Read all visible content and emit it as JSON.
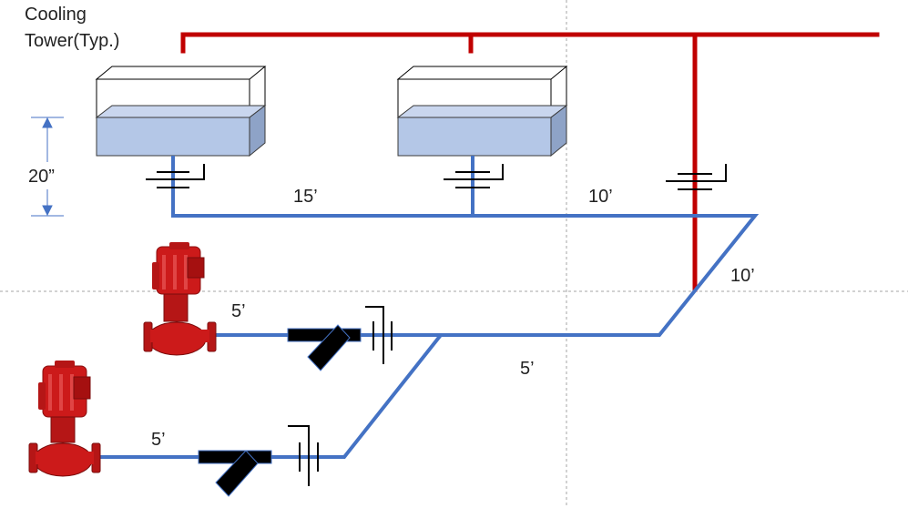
{
  "labels": {
    "cooling_tower_line1": "Cooling",
    "cooling_tower_line2": "Tower(Typ.)",
    "height": "20”",
    "dim_15ft": "15’",
    "dim_10ft_top": "10’",
    "dim_10ft_diag": "10’",
    "dim_5ft_pump1": "5’",
    "dim_5ft_middle": "5’",
    "dim_5ft_pump2": "5’"
  },
  "colors": {
    "supply_pipe": "#c00000",
    "return_pipe": "#4472c4",
    "basin_fill": "#b4c7e7",
    "pump_body": "#cc1a1a",
    "valve": "#000000",
    "guide_lines": "#a6a6a6"
  },
  "icons": {
    "tower": "cooling-tower-icon",
    "pump": "inline-pump-icon",
    "strainer": "y-strainer-icon",
    "valve": "balancing-valve-icon"
  }
}
